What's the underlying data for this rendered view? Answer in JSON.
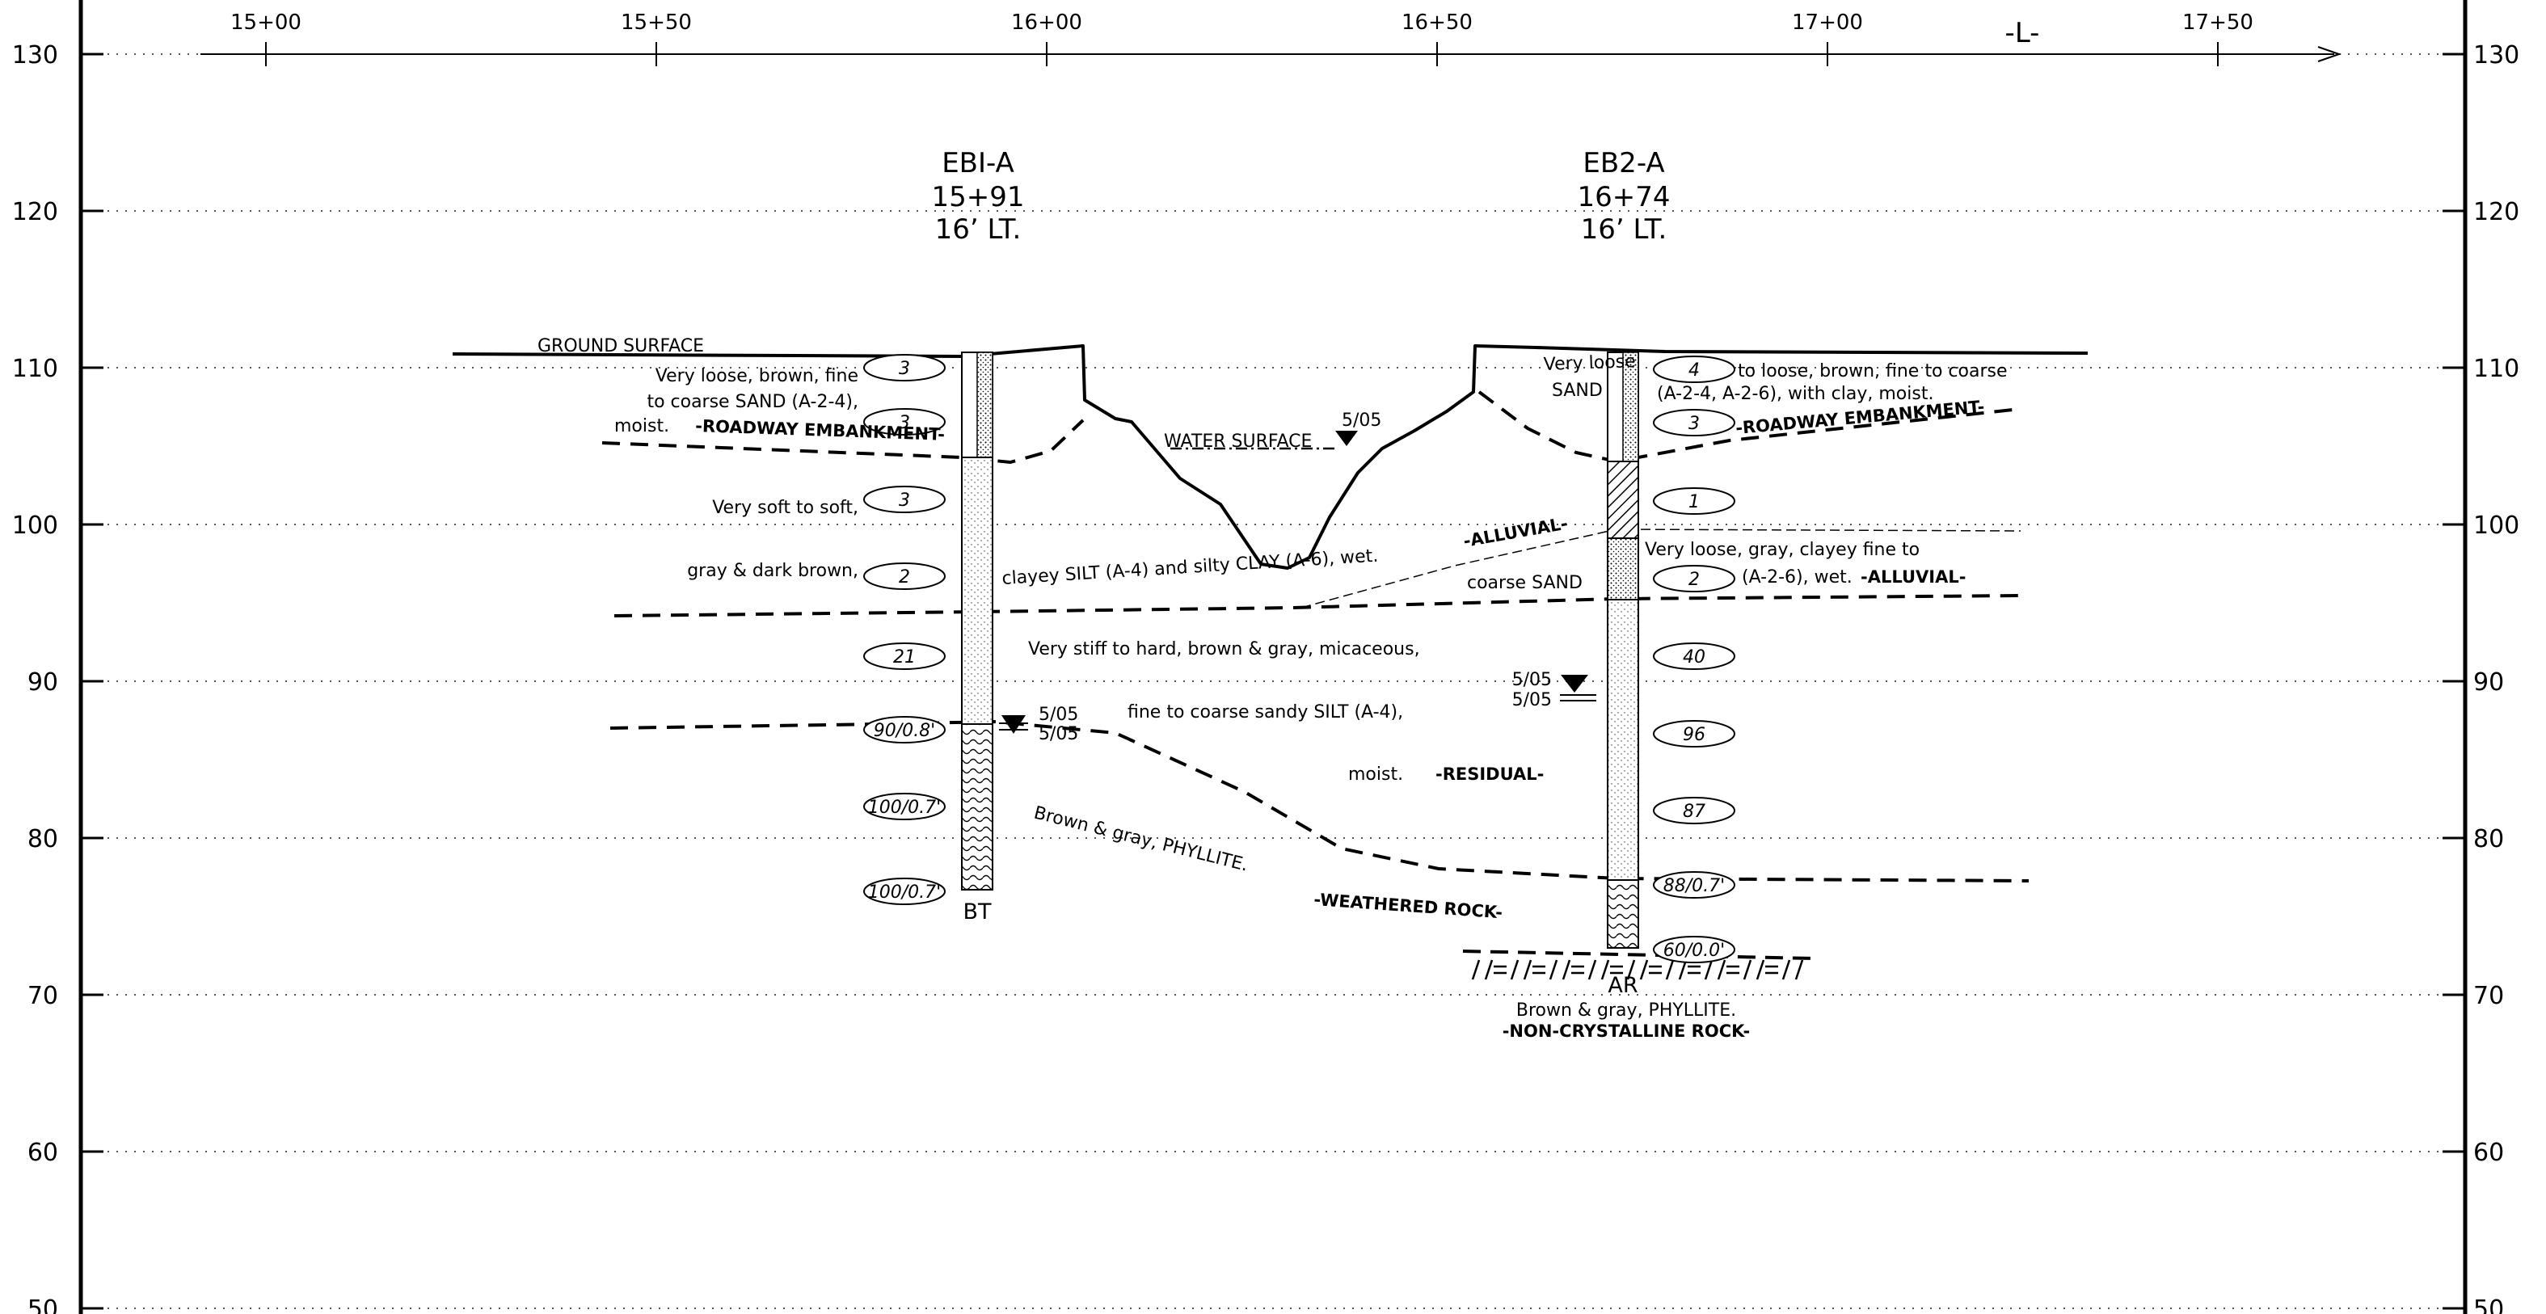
{
  "axis": {
    "elevations": [
      "130",
      "120",
      "110",
      "100",
      "90",
      "80",
      "70",
      "60",
      "50"
    ],
    "stations": [
      "15+00",
      "15+50",
      "16+00",
      "16+50",
      "17+00",
      "17+50"
    ],
    "line_label": "-L-"
  },
  "borings": [
    {
      "name": "EBI-A",
      "station": "15+91",
      "offset": "16’ LT.",
      "blows": [
        "3",
        "3",
        "3",
        "2",
        "21",
        "90/0.8'",
        "100/0.7'",
        "100/0.7'"
      ],
      "bottom": "BT",
      "water": [
        "5/05",
        "5/05"
      ]
    },
    {
      "name": "EB2-A",
      "station": "16+74",
      "offset": "16’ LT.",
      "blows": [
        "4",
        "3",
        "1",
        "2",
        "40",
        "96",
        "87",
        "88/0.7'",
        "60/0.0'"
      ],
      "bottom": "AR",
      "water": [
        "5/05",
        "5/05"
      ]
    }
  ],
  "labels": {
    "ground_surface": "GROUND SURFACE",
    "water_surface": "WATER SURFACE",
    "water_date": "5/05",
    "l_emb_1": "Very loose, brown, fine",
    "l_emb_2": "to coarse SAND (A-2-4),",
    "l_emb_3": "moist.",
    "roadway_embankment": "-ROADWAY EMBANKMENT-",
    "r_emb_a": "Very loose",
    "r_emb_b": "SAND",
    "r_emb_1": "to loose, brown, fine to coarse",
    "r_emb_2": "(A-2-4, A-2-6), with clay, moist.",
    "soft_1": "Very soft to soft,",
    "soft_2": "gray & dark brown,",
    "soft_3": "clayey SILT (A-4) and silty CLAY (A-6), wet.",
    "alluvial": "-ALLUVIAL-",
    "r_all_1": "Very loose, gray, clayey fine to",
    "r_all_2": "coarse SAND",
    "r_all_3": "(A-2-6), wet.",
    "res_1": "Very stiff to hard, brown & gray, micaceous,",
    "res_2": "fine to coarse sandy SILT (A-4),",
    "res_3": "moist.",
    "residual": "-RESIDUAL-",
    "wr_1": "Brown & gray, PHYLLITE.",
    "weathered_rock": "-WEATHERED ROCK-",
    "ncr_1": "Brown & gray, PHYLLITE.",
    "non_crystalline": "-NON-CRYSTALLINE ROCK-"
  }
}
